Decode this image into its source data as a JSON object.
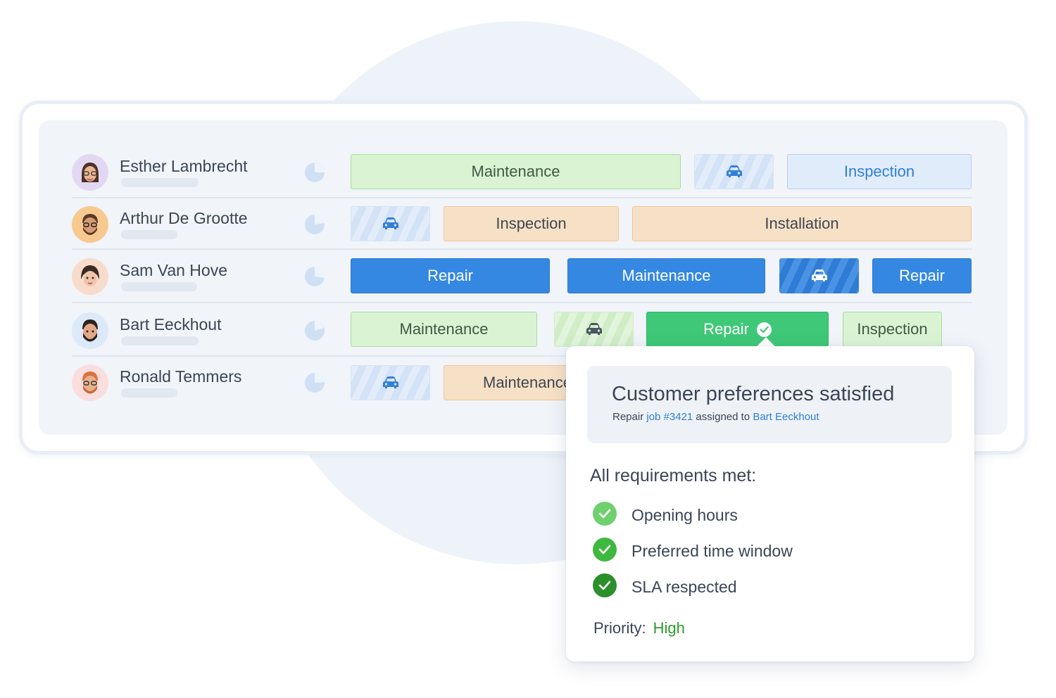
{
  "colors": {
    "maintenance_light": "#daf3d3",
    "repair_selected": "#3ec877",
    "inspection_blue_light": "#e1ecfb",
    "orange_light": "#f7e1c6",
    "blue_solid": "#3488e2",
    "priority_high": "#2f9a2f"
  },
  "resources": [
    {
      "name": "Esther Lambrecht",
      "jobs": [
        {
          "label": "Maintenance",
          "kind": "job",
          "style": "green"
        },
        {
          "label": "",
          "kind": "travel",
          "icon": "car-icon",
          "style": "lblue"
        },
        {
          "label": "Inspection",
          "kind": "job",
          "style": "lblue"
        }
      ]
    },
    {
      "name": "Arthur De Grootte",
      "jobs": [
        {
          "label": "",
          "kind": "travel",
          "icon": "car-icon",
          "style": "lblue"
        },
        {
          "label": "Inspection",
          "kind": "job",
          "style": "orange"
        },
        {
          "label": "Installation",
          "kind": "job",
          "style": "orange"
        }
      ]
    },
    {
      "name": "Sam Van Hove",
      "jobs": [
        {
          "label": "Repair",
          "kind": "job",
          "style": "blue"
        },
        {
          "label": "Maintenance",
          "kind": "job",
          "style": "blue"
        },
        {
          "label": "",
          "kind": "travel",
          "icon": "car-icon",
          "style": "blue"
        },
        {
          "label": "Repair",
          "kind": "job",
          "style": "blue"
        }
      ]
    },
    {
      "name": "Bart Eeckhout",
      "jobs": [
        {
          "label": "Maintenance",
          "kind": "job",
          "style": "green"
        },
        {
          "label": "",
          "kind": "travel",
          "icon": "car-icon",
          "style": "green"
        },
        {
          "label": "Repair",
          "kind": "job",
          "style": "green-selected",
          "icon": "check-circle-icon"
        },
        {
          "label": "Inspection",
          "kind": "job",
          "style": "green"
        }
      ]
    },
    {
      "name": "Ronald Temmers",
      "jobs": [
        {
          "label": "",
          "kind": "travel",
          "icon": "car-icon",
          "style": "lblue"
        },
        {
          "label": "Maintenance",
          "kind": "job",
          "style": "orange"
        }
      ]
    }
  ],
  "popover": {
    "title": "Customer preferences satisfied",
    "subtitle": {
      "prefix": "Repair ",
      "job_link": "job #3421",
      "middle": " assigned to ",
      "person_link": "Bart Eeckhout"
    },
    "requirements_title": "All requirements met:",
    "requirements": [
      {
        "label": "Opening hours",
        "color": "#6fd06f"
      },
      {
        "label": "Preferred time window",
        "color": "#3fb83f"
      },
      {
        "label": "SLA respected",
        "color": "#2b8f2b"
      }
    ],
    "priority_label": "Priority:",
    "priority_value": "High"
  }
}
